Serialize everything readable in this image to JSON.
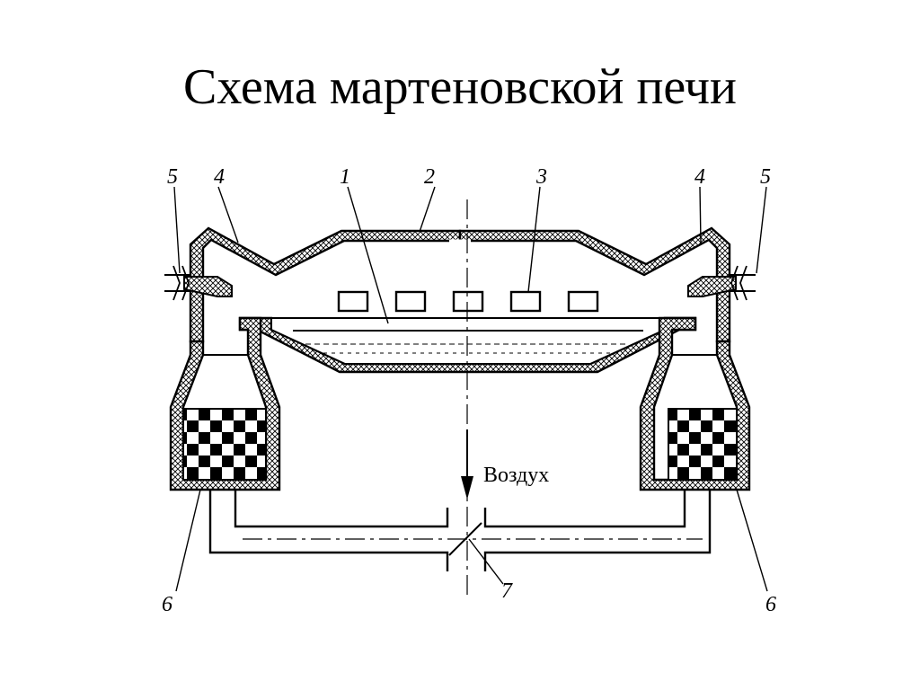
{
  "slide": {
    "title": "Схема мартеновской печи"
  },
  "diagram": {
    "labels": {
      "n1": "1",
      "n2": "2",
      "n3": "3",
      "n4_left": "4",
      "n4_right": "4",
      "n5_left": "5",
      "n5_right": "5",
      "n6_left": "6",
      "n6_right": "6",
      "n7": "7"
    },
    "air_caption": "Воздух"
  }
}
